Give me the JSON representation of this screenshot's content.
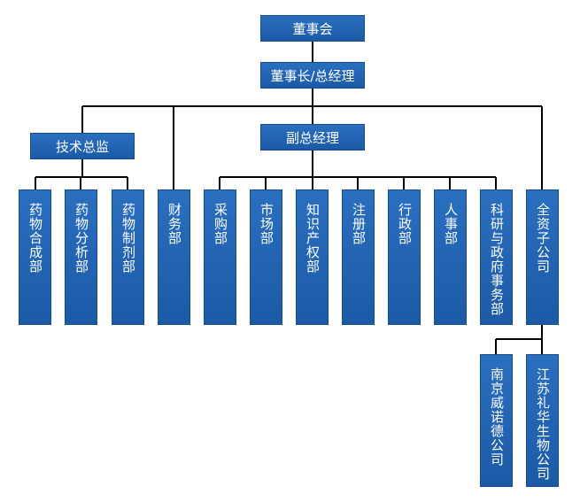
{
  "org": {
    "board": "董事会",
    "chairman": "董事长/总经理",
    "tech_director": "技术总监",
    "vice_gm": "副总经理",
    "dept_synthesis": "药物合成部",
    "dept_analysis": "药物分析部",
    "dept_formulation": "药物制剂部",
    "dept_finance": "财务部",
    "dept_purchasing": "采购部",
    "dept_marketing": "市场部",
    "dept_ip": "知识产权部",
    "dept_registration": "注册部",
    "dept_admin": "行政部",
    "dept_hr": "人事部",
    "dept_research_gov": "科研与政府事务部",
    "subsidiary": "全资子公司",
    "sub_nanjing": "南京威诺德公司",
    "sub_jiangsu": "江苏礼华生物公司"
  },
  "colors": {
    "box": "#1f5fae",
    "line": "#000000"
  }
}
